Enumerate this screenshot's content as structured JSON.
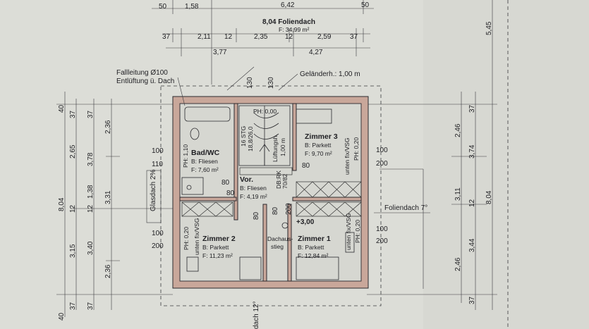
{
  "top_dims": {
    "row1": [
      "50",
      "1,58",
      "6,42",
      "50"
    ],
    "row2_title": "8,04 Foliendach",
    "row2_sub": "F: 34,99 m²",
    "row2": [
      "37",
      "2,11",
      "12",
      "2,35",
      "12",
      "2,59",
      "37"
    ],
    "row3": [
      "3,77",
      "4,27"
    ]
  },
  "left_dims": {
    "col1": [
      "40",
      "8,04",
      "40"
    ],
    "col2": [
      "37",
      "2,65",
      "12",
      "3,15",
      "37"
    ],
    "col3": [
      "37",
      "3,78",
      "1,38",
      "12",
      "3,40",
      "37"
    ],
    "col4": [
      "2,36",
      "3,31",
      "2,36"
    ]
  },
  "right_dims": {
    "col1": [
      "2,46",
      "3,11",
      "2,46"
    ],
    "col2": [
      "37",
      "3,74",
      "12",
      "3,44",
      "37"
    ],
    "col3": [
      "5,45",
      "8,04"
    ]
  },
  "notes": {
    "fallleitung_line1": "Fallleitung Ø100",
    "fallleitung_line2": "Entlüftung ü. Dach",
    "gelaender": "Geländerh.: 1,00 m",
    "glasdach": "Glasdach 2%",
    "foliendach_right": "Foliendach 7°",
    "bottom_roof": "dach 12°",
    "dim_130": "130",
    "dim_80_top": "80"
  },
  "rooms": {
    "bad": {
      "name": "Bad/WC",
      "floor": "B: Fliesen",
      "area": "F: 7,60 m²",
      "ph": "PH: 1,10"
    },
    "vor": {
      "name": "Vor.",
      "floor": "B: Fliesen",
      "area": "F: 4,19 m²"
    },
    "zimmer3": {
      "name": "Zimmer 3",
      "floor": "B: Parkett",
      "area": "F: 9,70 m²",
      "side": "unten fix/VSG",
      "ph": "PH: 0,20"
    },
    "zimmer2": {
      "name": "Zimmer 2",
      "floor": "B: Parkett",
      "area": "F: 11,23 m²",
      "side": "unten fix/VSG",
      "ph": "PH: 0,20"
    },
    "zimmer1": {
      "name": "Zimmer 1",
      "floor": "B: Parkett",
      "area": "F: 12,84 m²",
      "side": "unten fix/VSG",
      "ph": "PH: 0,20"
    }
  },
  "stair": {
    "ph": "PH: 0,00",
    "stg": "16 STG",
    "rise": "18,8/26,0",
    "lueftung": "Lüftungsh.",
    "lueftung_h": "1,00 m",
    "dbrk": "DB:RK",
    "dbrk_val": "70/82",
    "dachaus1": "Dachaus-",
    "dachaus2": "stieg",
    "level": "+3,00"
  },
  "openings": {
    "n100_left_top": "100",
    "n110": "110",
    "n100_left_bottom": "100",
    "n200_left": "200",
    "n100_right_top": "100",
    "n200_right_top": "200",
    "n100_right_bottom": "100",
    "n200_right_bottom": "200",
    "n80_a": "80",
    "n80_b": "80",
    "n80_c": "80",
    "n80_d": "80",
    "n80_e": "80",
    "n200_mid": "200"
  }
}
